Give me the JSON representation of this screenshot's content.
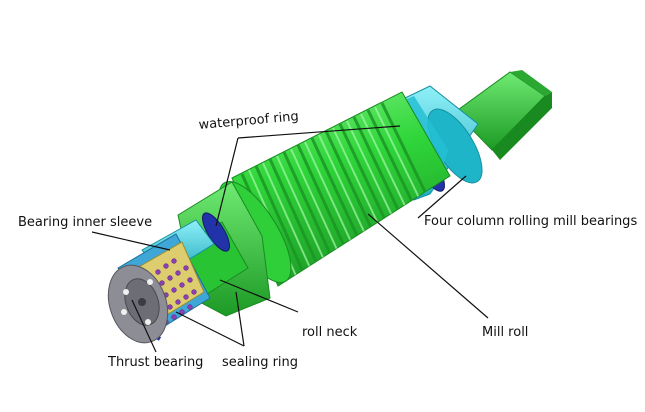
{
  "labels": {
    "waterproof_ring": "waterproof ring",
    "bearing_inner_sleeve": "Bearing inner sleeve",
    "four_column_bearings": "Four column rolling mill bearings",
    "roll_neck": "roll neck",
    "mill_roll": "Mill roll",
    "thrust_bearing": "Thrust bearing",
    "sealing_ring": "sealing ring"
  },
  "colors": {
    "roll_green": "#2fd63a",
    "roll_green_dark": "#1e9e27",
    "roll_green_light": "#7cf07f",
    "bearing_cyan": "#37d0e0",
    "seal_blue": "#2233aa",
    "face_gray": "#8d8d95",
    "cage_yellow": "#e6d06a",
    "roller_purple": "#8a3fb3",
    "leader_line": "#111111"
  }
}
